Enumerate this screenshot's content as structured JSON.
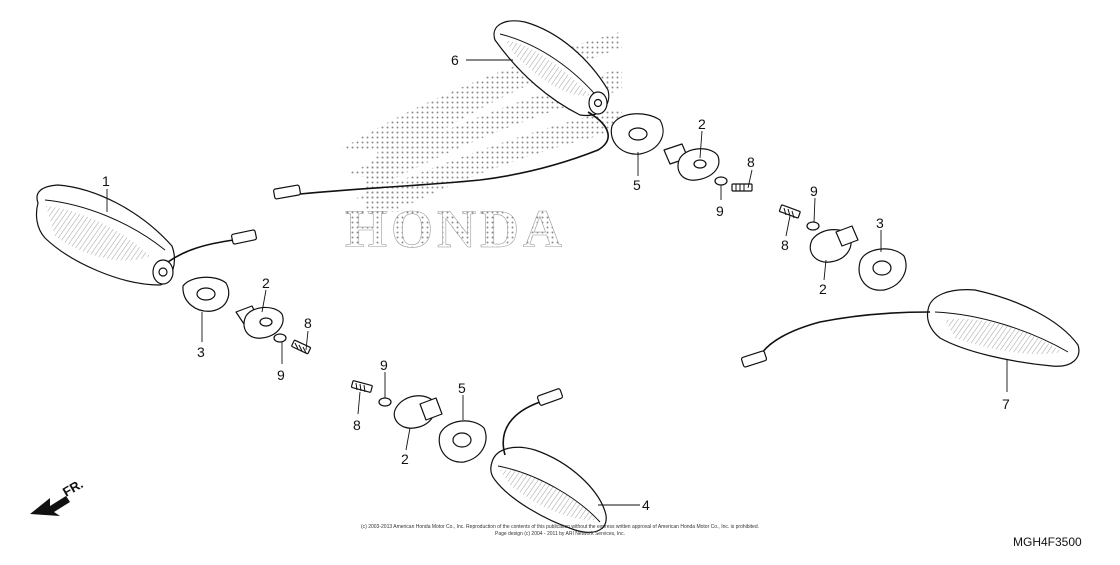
{
  "watermark": {
    "brand_text": "HONDA"
  },
  "direction": {
    "label": "FR."
  },
  "diagram_code": "MGH4F3500",
  "footer": {
    "line1": "(c) 2003-2013 American Honda Motor Co., Inc. Reproduction of the contents of this publication without the express written approval of American Honda Motor Co., Inc. is prohibited.",
    "line2": "Page design (c) 2004 - 2011 by ARI Network Services, Inc."
  },
  "callouts": {
    "c1": "1",
    "c2a": "2",
    "c3a": "3",
    "c9a": "9",
    "c8a": "8",
    "c6": "6",
    "c2b": "2",
    "c5a": "5",
    "c9b": "9",
    "c8b": "8",
    "c9c": "9",
    "c8c": "8",
    "c3b": "3",
    "c2c": "2",
    "c7": "7",
    "c9d": "9",
    "c8d": "8",
    "c5b": "5",
    "c2d": "2",
    "c4": "4"
  }
}
